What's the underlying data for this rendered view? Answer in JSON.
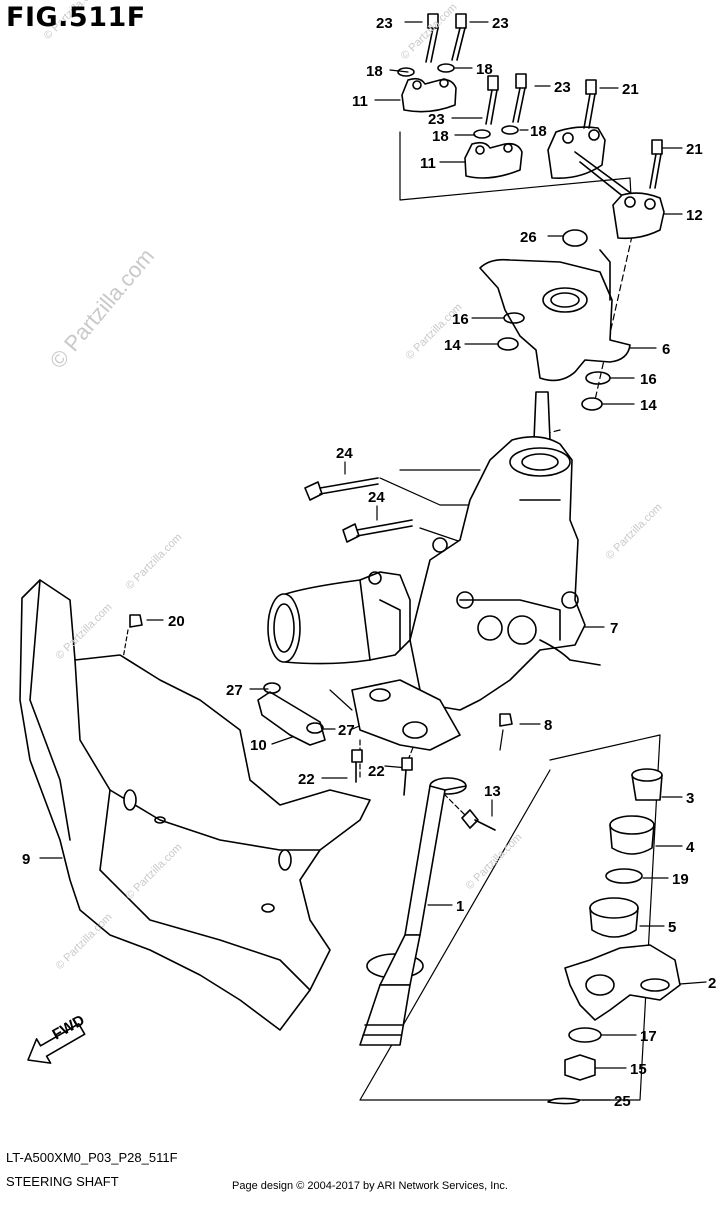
{
  "figure": {
    "title": "FIG.511F"
  },
  "footer": {
    "code": "LT-A500XM0_P03_P28_511F",
    "name": "STEERING SHAFT",
    "credit": "Page design © 2004-2017 by ARI Network Services, Inc."
  },
  "watermark": {
    "text": "© Partzilla.com",
    "small": "© Partzilla.com"
  },
  "fwd_label": "FWD",
  "callouts": [
    "23",
    "23",
    "18",
    "18",
    "11",
    "23",
    "23",
    "21",
    "18",
    "18",
    "11",
    "21",
    "12",
    "26",
    "16",
    "14",
    "6",
    "16",
    "14",
    "24",
    "24",
    "7",
    "20",
    "27",
    "27",
    "10",
    "8",
    "22",
    "22",
    "13",
    "3",
    "4",
    "19",
    "9",
    "1",
    "5",
    "2",
    "17",
    "15",
    "25"
  ],
  "colors": {
    "line": "#000000",
    "watermark": "#c9c9c9",
    "background": "#ffffff"
  }
}
